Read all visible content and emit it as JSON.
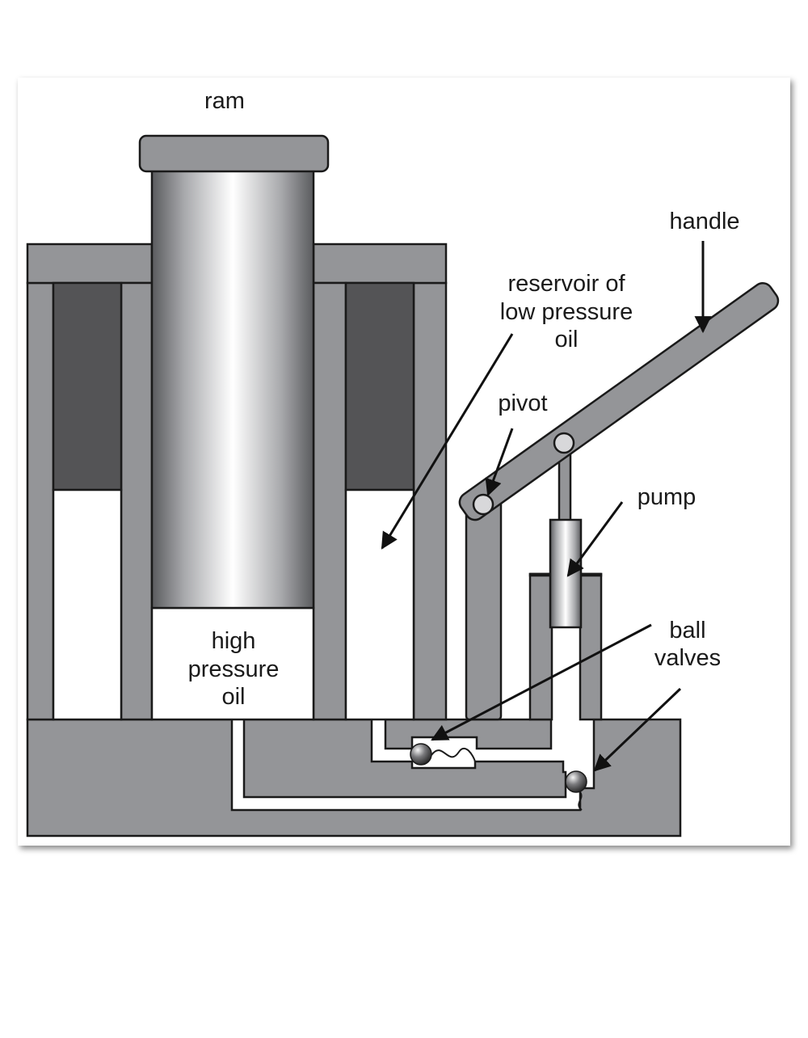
{
  "labels": {
    "ram": "ram",
    "handle": "handle",
    "reservoir": [
      "reservoir of",
      "low pressure",
      "oil"
    ],
    "pivot": "pivot",
    "pump": "pump",
    "high_pressure": [
      "high",
      "pressure",
      "oil"
    ],
    "ball_valves": [
      "ball",
      "valves"
    ]
  },
  "colors": {
    "metal": "#949598",
    "dark_oil": "#545456",
    "outline": "#1a1a1a",
    "background": "#ffffff"
  }
}
